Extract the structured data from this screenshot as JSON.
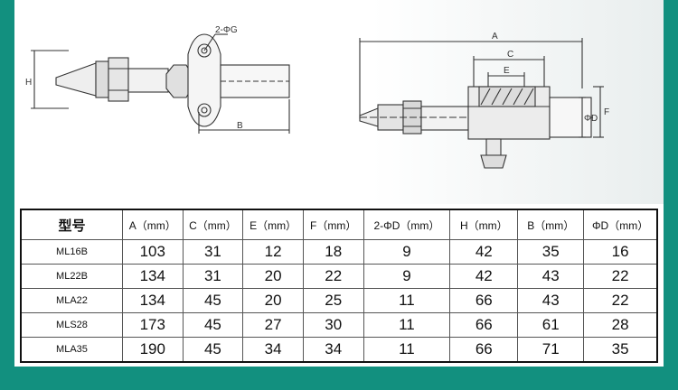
{
  "drawing": {
    "left_view": {
      "dim_labels": {
        "hole": "2-ΦG",
        "height": "H",
        "base": "B"
      }
    },
    "right_view": {
      "dim_labels": {
        "overall": "A",
        "c": "C",
        "e": "E",
        "f": "F",
        "diameter": "ΦD"
      }
    }
  },
  "table": {
    "headers": [
      "型号",
      "A（mm）",
      "C（mm）",
      "E（mm）",
      "F（mm）",
      "2-ΦD（mm）",
      "H（mm）",
      "B（mm）",
      "ΦD（mm）"
    ],
    "rows": [
      [
        "ML16B",
        "103",
        "31",
        "12",
        "18",
        "9",
        "42",
        "35",
        "16"
      ],
      [
        "ML22B",
        "134",
        "31",
        "20",
        "22",
        "9",
        "42",
        "43",
        "22"
      ],
      [
        "MLA22",
        "134",
        "45",
        "20",
        "25",
        "11",
        "66",
        "43",
        "22"
      ],
      [
        "MLS28",
        "173",
        "45",
        "27",
        "30",
        "11",
        "66",
        "61",
        "28"
      ],
      [
        "MLA35",
        "190",
        "45",
        "34",
        "34",
        "11",
        "66",
        "71",
        "35"
      ]
    ]
  }
}
